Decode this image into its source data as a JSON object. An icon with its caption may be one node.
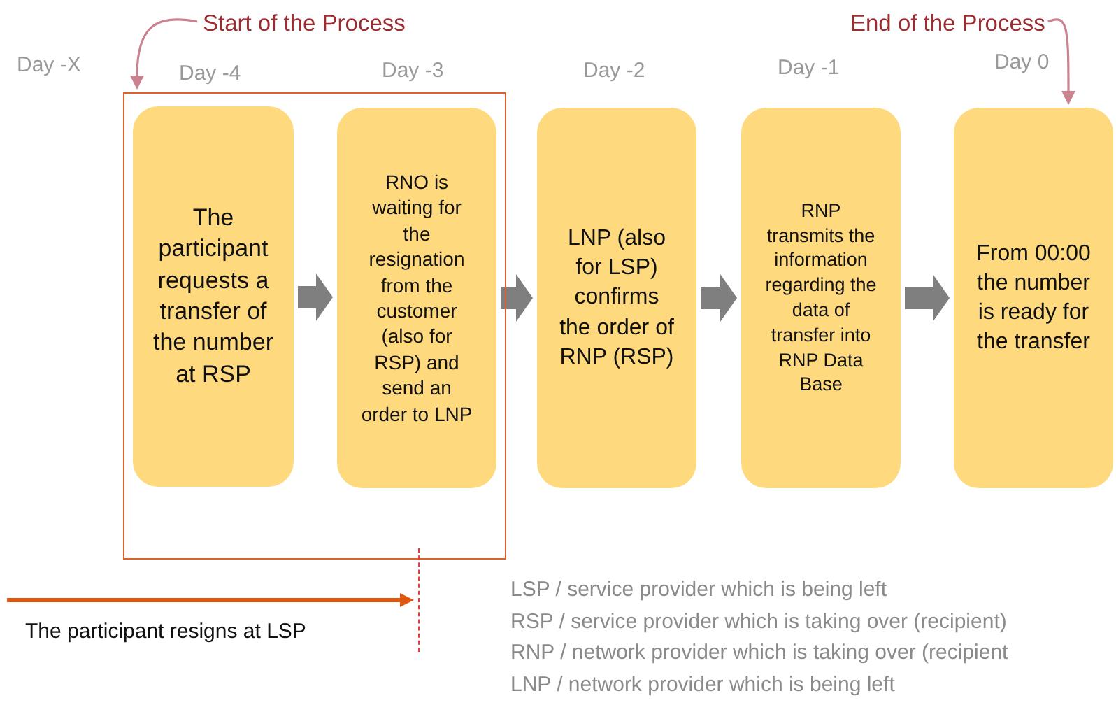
{
  "diagram": {
    "nodes": [
      {
        "text": [],
        "shape": "box"
      },
      {
        "text": [
          "The participant requests a transfer of the number at RSP"
        ],
        "in": 0
      },
      {
        "text": [
          "RNO is waiting for the resignation from the customer (also for RSP) and send an order to LNP"
        ],
        "in": 0
      },
      {
        "text": [
          "LNP (also for LSP) confirms the order of RNP (RSP)"
        ]
      },
      {
        "text": [
          "RNP transmits the information regarding the data of transfer into RNP Data Base"
        ]
      },
      {
        "text": [
          "From 00:00 the number is ready for the transfer"
        ]
      },
      {
        "text": [
          "Start of the Process"
        ]
      },
      {
        "text": [
          "End of the Process"
        ]
      },
      {
        "text": [],
        "shape": "line"
      }
    ],
    "edges": [
      {
        "from": 1,
        "to": 2,
        "arrow": "to"
      },
      {
        "from": 2,
        "to": 3,
        "arrow": "to"
      },
      {
        "from": 3,
        "to": 4,
        "arrow": "to"
      },
      {
        "from": 4,
        "to": 5,
        "arrow": "to"
      },
      {
        "from": 6,
        "to": 0,
        "arrow": "to",
        "color": "#c9828e"
      },
      {
        "from": 7,
        "to": 5,
        "arrow": "to",
        "color": "#c9828e"
      },
      {
        "from": null,
        "to": 8,
        "arrow": "to",
        "color": "#e0570f"
      }
    ],
    "labels": [
      "Day -X",
      "Day -4",
      "Day -3",
      "Day -2",
      "Day -1",
      "Day 0",
      "The participant resigns at LSP",
      "LSP / service provider which is being left",
      "RSP / service provider which is taking over (recipient)",
      "RNP / network provider which is taking over (recipient",
      "LNP / network provider which is being left"
    ]
  }
}
